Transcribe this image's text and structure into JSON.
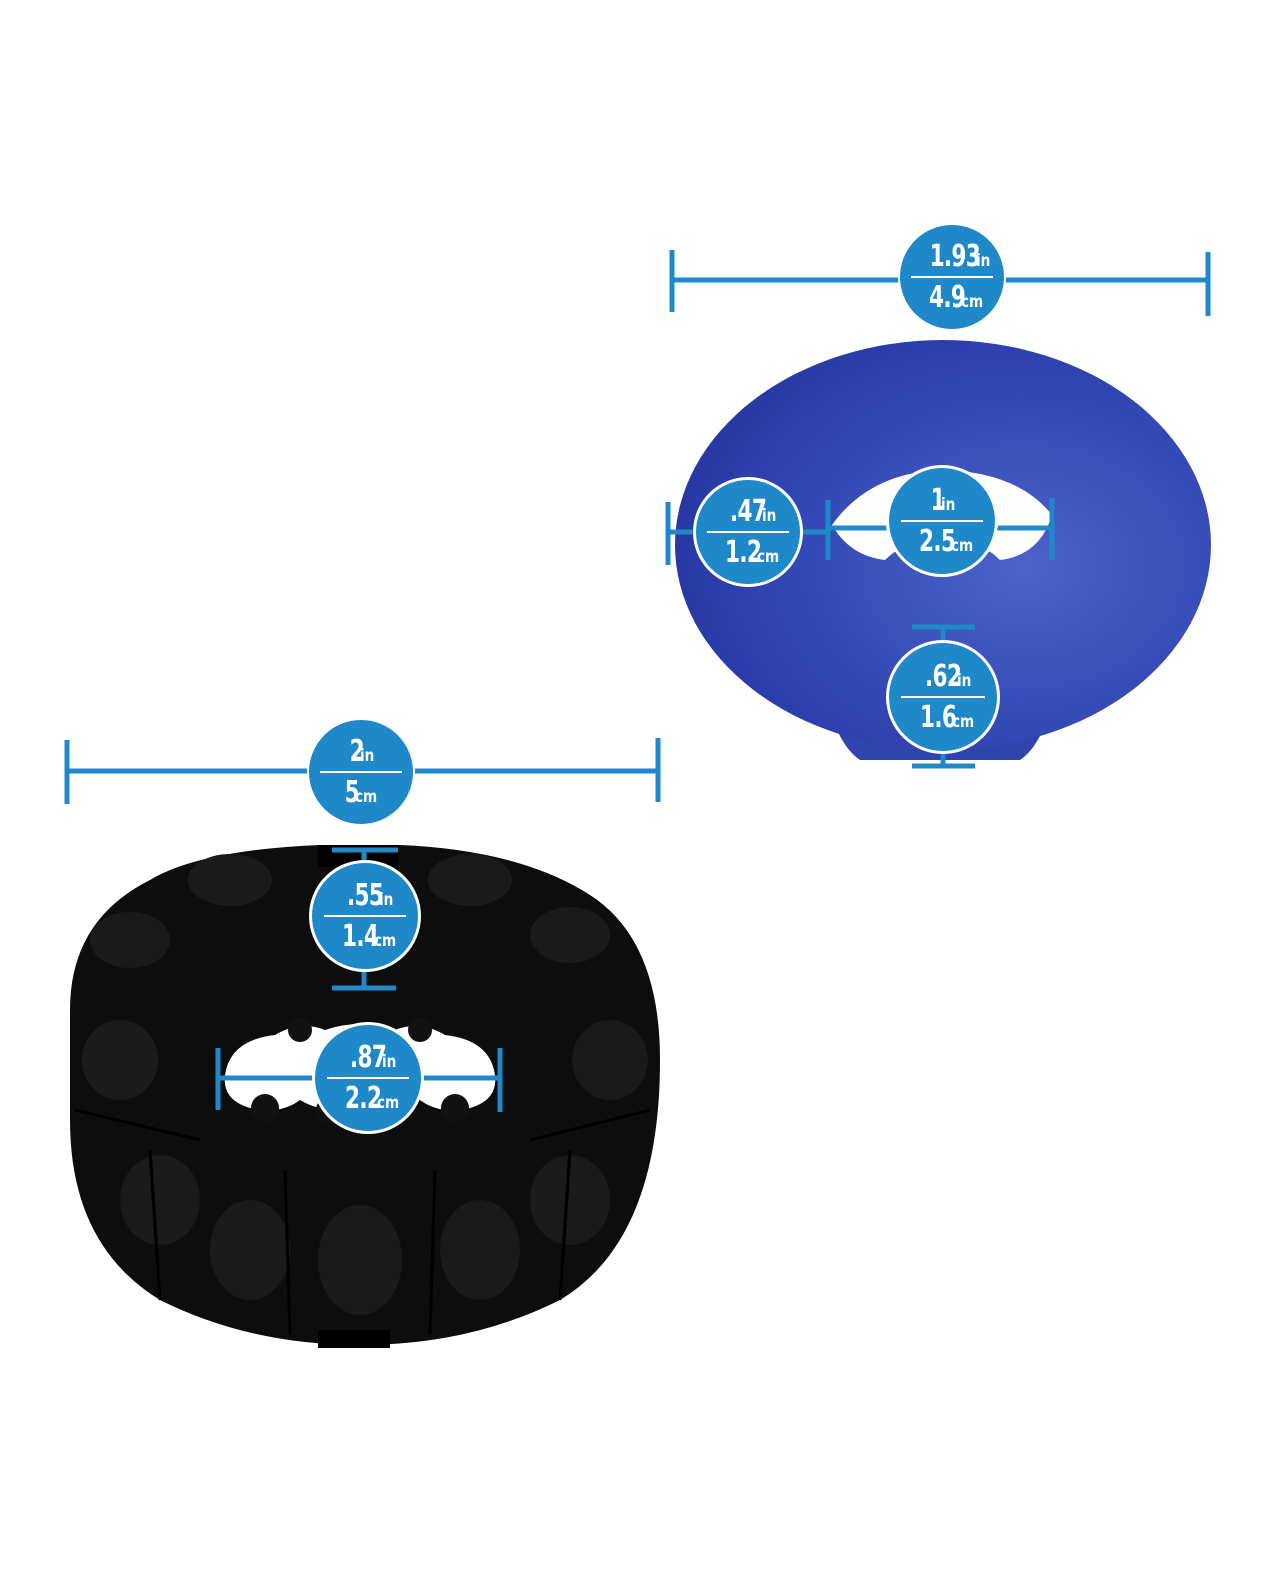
{
  "colors": {
    "dimension": "#1e88c9",
    "ring_blue": "#2c3faa",
    "ring_blue_light": "#4a5fc6",
    "ring_black": "#0c0c0c"
  },
  "blue_ring": {
    "outer_width": {
      "in": "1.93",
      "in_unit": "in",
      "cm": "4.9",
      "cm_unit": "cm"
    },
    "wall_thickness": {
      "in": ".47",
      "in_unit": "in",
      "cm": "1.2",
      "cm_unit": "cm"
    },
    "inner_diameter": {
      "in": "1",
      "in_unit": "in",
      "cm": "2.5",
      "cm_unit": "cm"
    },
    "height": {
      "in": ".62",
      "in_unit": "in",
      "cm": "1.6",
      "cm_unit": "cm"
    }
  },
  "black_ring": {
    "outer_width": {
      "in": "2",
      "in_unit": "in",
      "cm": "5",
      "cm_unit": "cm"
    },
    "height": {
      "in": ".55",
      "in_unit": "in",
      "cm": "1.4",
      "cm_unit": "cm"
    },
    "inner_diameter": {
      "in": ".87",
      "in_unit": "in",
      "cm": "2.2",
      "cm_unit": "cm"
    }
  }
}
